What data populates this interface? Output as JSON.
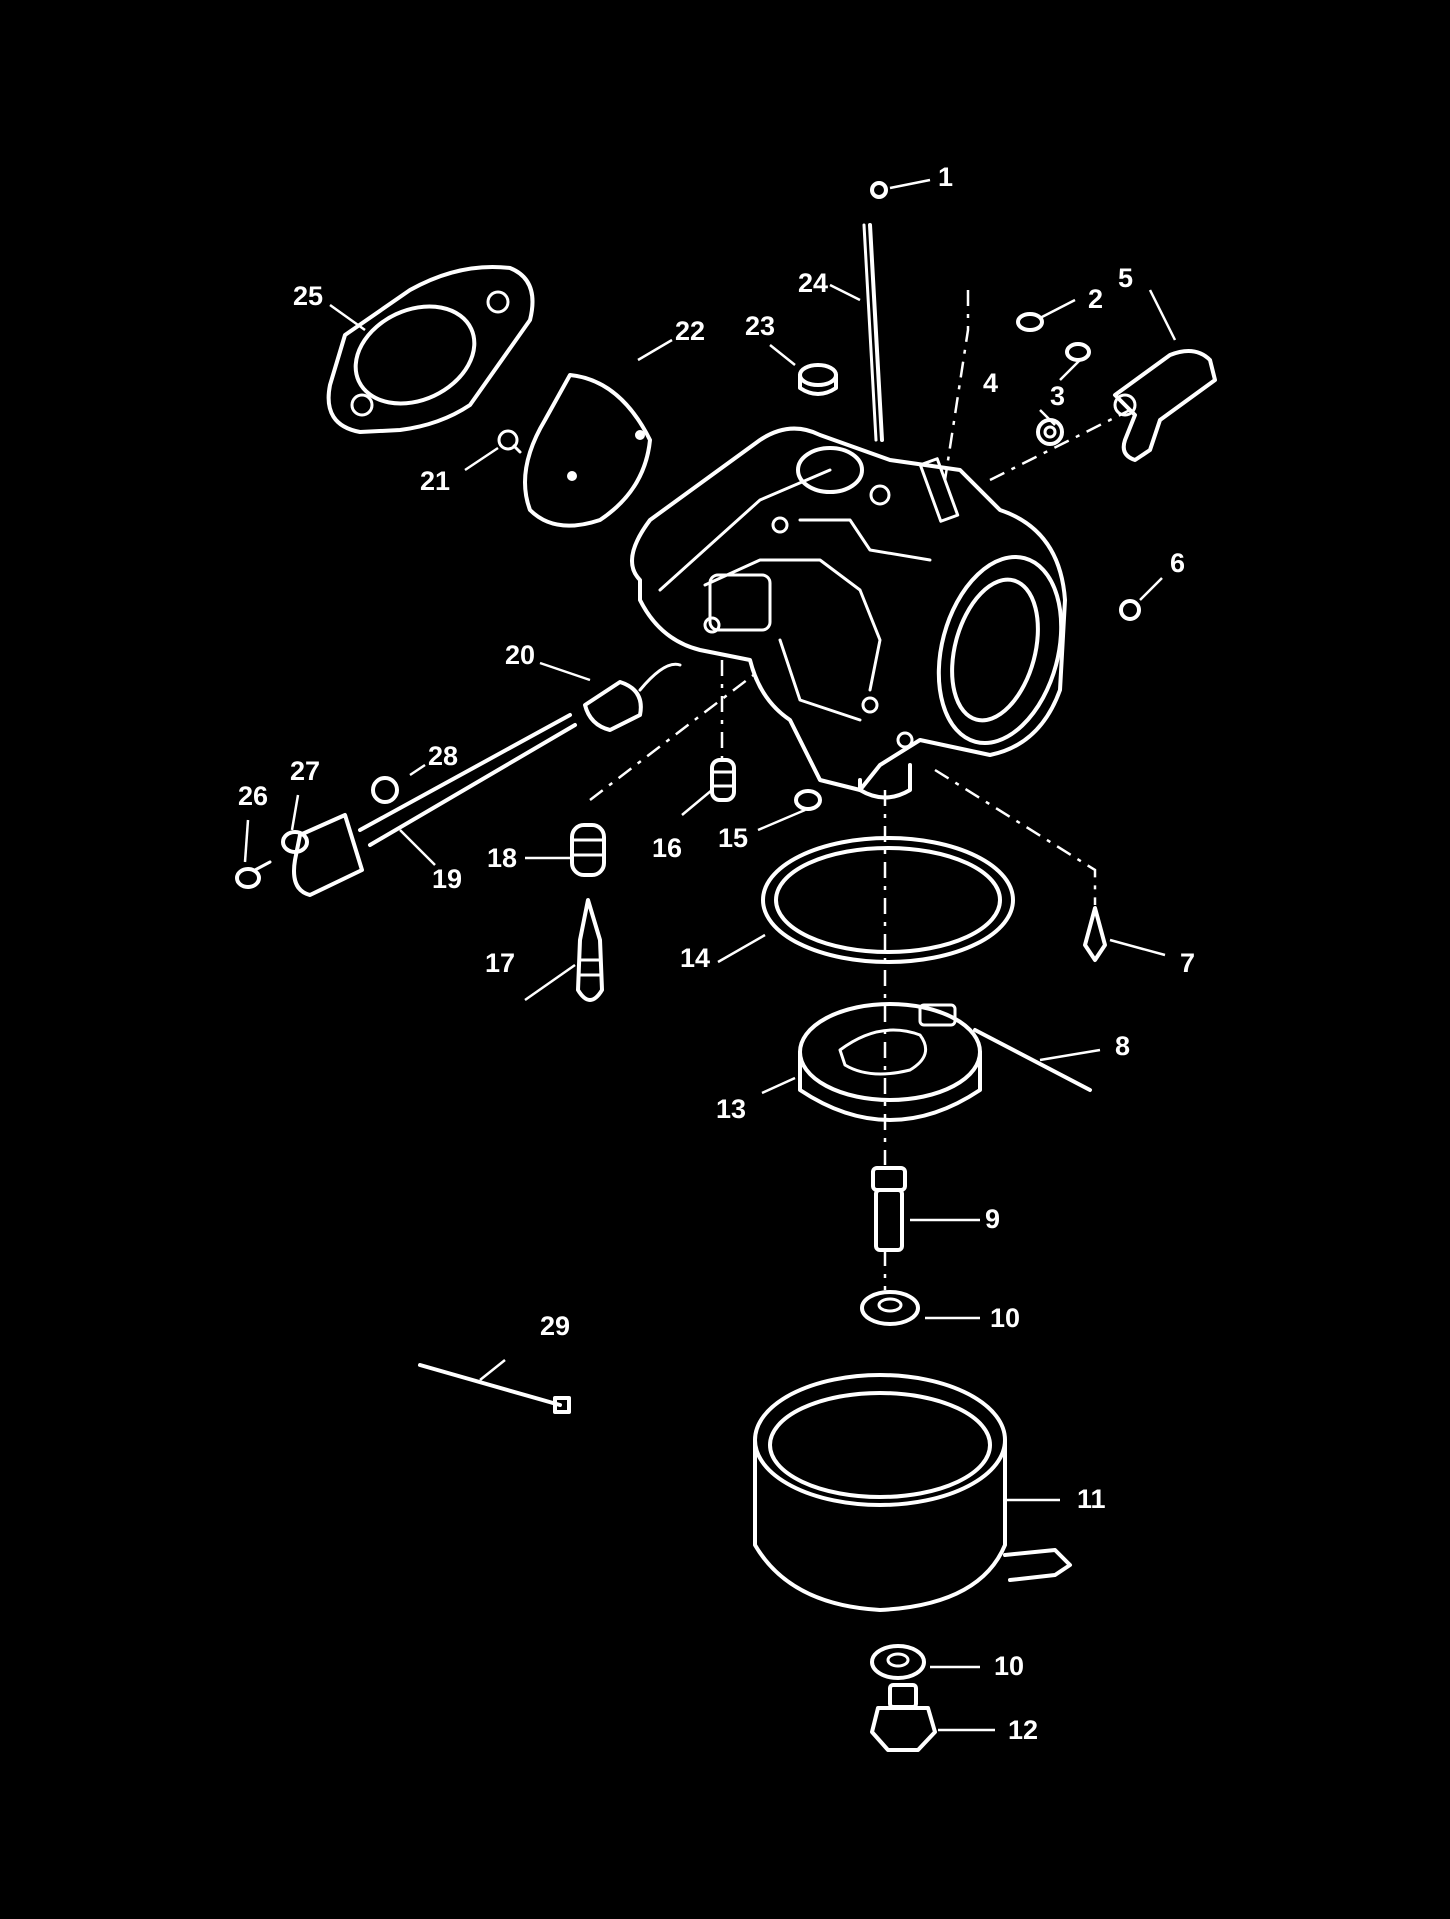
{
  "callouts": [
    {
      "id": "1",
      "label": "1"
    },
    {
      "id": "2",
      "label": "2"
    },
    {
      "id": "3",
      "label": "3"
    },
    {
      "id": "4",
      "label": "4"
    },
    {
      "id": "5",
      "label": "5"
    },
    {
      "id": "6",
      "label": "6"
    },
    {
      "id": "7",
      "label": "7"
    },
    {
      "id": "8",
      "label": "8"
    },
    {
      "id": "9",
      "label": "9"
    },
    {
      "id": "10a",
      "label": "10"
    },
    {
      "id": "10b",
      "label": "10"
    },
    {
      "id": "11",
      "label": "11"
    },
    {
      "id": "12",
      "label": "12"
    },
    {
      "id": "13",
      "label": "13"
    },
    {
      "id": "14",
      "label": "14"
    },
    {
      "id": "15",
      "label": "15"
    },
    {
      "id": "16",
      "label": "16"
    },
    {
      "id": "17",
      "label": "17"
    },
    {
      "id": "18",
      "label": "18"
    },
    {
      "id": "19",
      "label": "19"
    },
    {
      "id": "20",
      "label": "20"
    },
    {
      "id": "21",
      "label": "21"
    },
    {
      "id": "22",
      "label": "22"
    },
    {
      "id": "23",
      "label": "23"
    },
    {
      "id": "24",
      "label": "24"
    },
    {
      "id": "25",
      "label": "25"
    },
    {
      "id": "26",
      "label": "26"
    },
    {
      "id": "27",
      "label": "27"
    },
    {
      "id": "28",
      "label": "28"
    },
    {
      "id": "29",
      "label": "29"
    }
  ]
}
